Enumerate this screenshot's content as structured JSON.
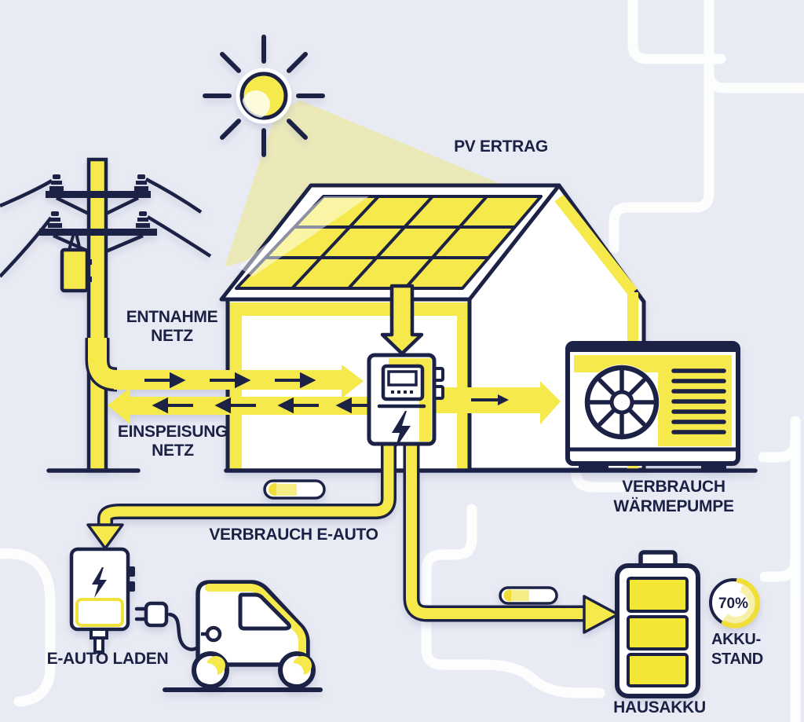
{
  "labels": {
    "pv_ertrag": "PV ERTRAG",
    "entnahme_line1": "ENTNAHME",
    "entnahme_line2": "NETZ",
    "einspeisung_line1": "EINSPEISUNG",
    "einspeisung_line2": "NETZ",
    "verbrauch_waermepumpe_line1": "VERBRAUCH",
    "verbrauch_waermepumpe_line2": "WÄRMEPUMPE",
    "verbrauch_eauto": "VERBRAUCH E-AUTO",
    "eauto_laden": "E-AUTO LADEN",
    "akku_stand_line1": "AKKU-",
    "akku_stand_line2": "STAND",
    "hausakku": "HAUSAKKU",
    "akku_level": "70%"
  },
  "values": {
    "battery_level_percent": 70,
    "battery_cells_shown": 3,
    "solar_panel_grid": "4x3"
  },
  "colors": {
    "background": "#e9ebf4",
    "outline_navy": "#1b2144",
    "accent_yellow": "#f5e94b",
    "beam_yellow": "#efe88f",
    "decor_white": "#ffffff"
  },
  "flows": [
    {
      "name": "pv-ertrag",
      "from": "solar-roof",
      "to": "inverter"
    },
    {
      "name": "entnahme-netz",
      "from": "grid-pole",
      "to": "inverter"
    },
    {
      "name": "einspeisung-netz",
      "from": "inverter",
      "to": "grid-pole"
    },
    {
      "name": "verbrauch-waermepumpe",
      "from": "inverter",
      "to": "heat-pump"
    },
    {
      "name": "verbrauch-eauto",
      "from": "inverter",
      "to": "ev-charger"
    },
    {
      "name": "akku-laden",
      "from": "inverter",
      "to": "home-battery"
    }
  ]
}
